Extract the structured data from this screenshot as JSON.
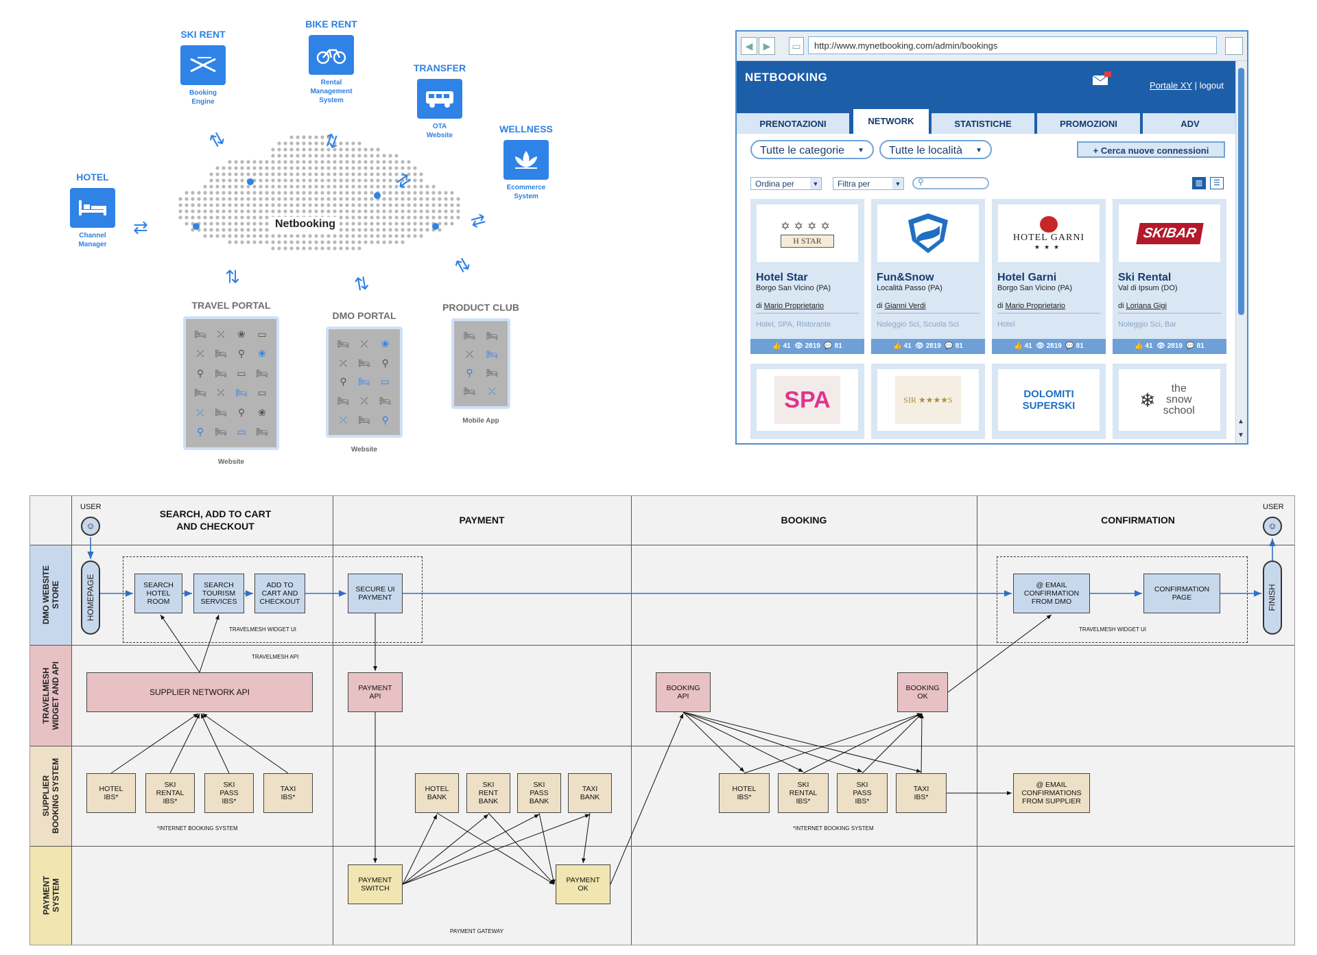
{
  "hub": {
    "center_label": "Netbooking",
    "nodes": [
      {
        "title": "HOTEL",
        "icon": "bed-icon",
        "subtitle": "Channel\nManager"
      },
      {
        "title": "SKI RENT",
        "icon": "ski-icon",
        "subtitle": "Booking\nEngine"
      },
      {
        "title": "BIKE RENT",
        "icon": "bike-icon",
        "subtitle": "Rental\nManagement\nSystem"
      },
      {
        "title": "TRANSFER",
        "icon": "bus-icon",
        "subtitle": "OTA\nWebsite"
      },
      {
        "title": "WELLNESS",
        "icon": "lotus-icon",
        "subtitle": "Ecommerce\nSystem"
      }
    ],
    "portals": [
      {
        "title": "TRAVEL PORTAL",
        "subtitle": "Website"
      },
      {
        "title": "DMO PORTAL",
        "subtitle": "Website"
      },
      {
        "title": "PRODUCT CLUB",
        "subtitle": "Mobile App"
      }
    ]
  },
  "browser": {
    "url": "http://www.mynetbooking.com/admin/bookings",
    "app_name": "NETBOOKING",
    "portal_link": "Portale XY",
    "separator": "|",
    "logout": "logout",
    "tabs": [
      "PRENOTAZIONI",
      "NETWORK",
      "STATISTICHE",
      "PROMOZIONI",
      "ADV"
    ],
    "active_tab": "NETWORK",
    "filters": {
      "categories": "Tutte le categorie",
      "locations": "Tutte le località",
      "sort": "Ordina per",
      "filter": "Filtra per"
    },
    "search_button": "+ Cerca nuove connessioni",
    "cards": [
      {
        "name": "Hotel Star",
        "location": "Borgo San Vicino (PA)",
        "owner_prefix": "di",
        "owner": "Mario Proprietario",
        "tags": "Hotel, SPA, Ristorante",
        "likes": "41",
        "views": "2819",
        "comments": "81",
        "logo_text": "H STAR"
      },
      {
        "name": "Fun&Snow",
        "location": "Località Passo (PA)",
        "owner_prefix": "di",
        "owner": "Gianni Verdi",
        "tags": "Noleggio Sci, Scuola Sci",
        "likes": "41",
        "views": "2819",
        "comments": "81",
        "logo_text": ""
      },
      {
        "name": "Hotel Garni",
        "location": "Borgo San Vicino (PA)",
        "owner_prefix": "di",
        "owner": "Mario Proprietario",
        "tags": "Hotel",
        "likes": "41",
        "views": "2819",
        "comments": "81",
        "logo_text": "HOTEL GARNI"
      },
      {
        "name": "Ski Rental",
        "location": "Val di Ipsum (DO)",
        "owner_prefix": "di",
        "owner": "Loriana Gigi",
        "tags": "Noleggio Sci, Bar",
        "likes": "41",
        "views": "2819",
        "comments": "81",
        "logo_text": "SKIBAR"
      }
    ],
    "more_logos": [
      {
        "text": "SPA"
      },
      {
        "text": "SIR ★★★★S"
      },
      {
        "text": "DOLOMITI SUPERSKI"
      },
      {
        "text": "the snow school"
      }
    ]
  },
  "flow": {
    "phases": [
      "SEARCH, ADD TO CART\nAND CHECKOUT",
      "PAYMENT",
      "BOOKING",
      "CONFIRMATION"
    ],
    "user_label": "USER",
    "lanes": [
      "DMO WEBSITE\nSTORE",
      "TRAVELMESH\nWIDGET AND API",
      "SUPPLIER\nBOOKING SYSTEM",
      "PAYMENT\nSYSTEM"
    ],
    "homepage": "HOMEPAGE",
    "finish": "FINISH",
    "dmo_boxes": [
      "SEARCH\nHOTEL\nROOM",
      "SEARCH\nTOURISM\nSERVICES",
      "ADD TO\nCART AND\nCHECKOUT",
      "SECURE UI\nPAYMENT",
      "@ EMAIL\nCONFIRMATION\nFROM DMO",
      "CONFIRMATION\nPAGE"
    ],
    "widget_note": "TRAVELMESH WIDGET UI",
    "api_note": "TRAVELMESH API",
    "api_boxes": [
      "SUPPLIER NETWORK API",
      "PAYMENT\nAPI",
      "BOOKING\nAPI",
      "BOOKING\nOK"
    ],
    "supplier_boxes_1": [
      "HOTEL\nIBS*",
      "SKI\nRENTAL\nIBS*",
      "SKI\nPASS\nIBS*",
      "TAXI\nIBS*"
    ],
    "bank_boxes": [
      "HOTEL\nBANK",
      "SKI\nRENT\nBANK",
      "SKI\nPASS\nBANK",
      "TAXI\nBANK"
    ],
    "supplier_boxes_2": [
      "HOTEL\nIBS*",
      "SKI\nRENTAL\nIBS*",
      "SKI\nPASS\nIBS*",
      "TAXI\nIBS*"
    ],
    "email_supplier": "@ EMAIL\nCONFIRMATIONS\nFROM SUPPLIER",
    "ibs_note": "*INTERNET BOOKING SYSTEM",
    "payment_boxes": [
      "PAYMENT\nSWITCH",
      "PAYMENT\nOK"
    ],
    "gateway_note": "PAYMENT GATEWAY"
  },
  "colors": {
    "accent_blue": "#2f82e6",
    "app_header": "#1d5ea8",
    "lane_dmo": "#c8d8ec",
    "lane_api": "#e8c1c5",
    "lane_supplier": "#ede0c6",
    "lane_payment": "#f1e5b2"
  }
}
